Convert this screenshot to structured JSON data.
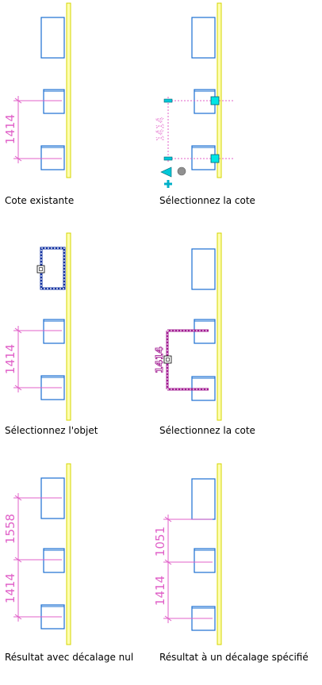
{
  "colors": {
    "wall_outline": "#d4d400",
    "wall_fill": "#ffffb0",
    "object": "#1a6fd1",
    "dimension": "#e060c8",
    "grip": "#00e5e5",
    "grip_marker": "#00a0c0",
    "selected_object": "#1030a0",
    "background": "#ffffff"
  },
  "panels": [
    {
      "id": "p1",
      "caption": "Cote existante",
      "dimensions": [
        "1414"
      ]
    },
    {
      "id": "p2",
      "caption": "Sélectionnez la cote",
      "dimensions": [
        "1414"
      ]
    },
    {
      "id": "p3",
      "caption": "Sélectionnez l'objet",
      "dimensions": [
        "1414"
      ]
    },
    {
      "id": "p4",
      "caption": "Sélectionnez la cote",
      "dimensions": [
        "1414"
      ]
    },
    {
      "id": "p5",
      "caption": "Résultat avec décalage nul",
      "dimensions": [
        "1414",
        "1558"
      ]
    },
    {
      "id": "p6",
      "caption": "Résultat à un décalage spécifié",
      "dimensions": [
        "1414",
        "1051"
      ]
    }
  ]
}
